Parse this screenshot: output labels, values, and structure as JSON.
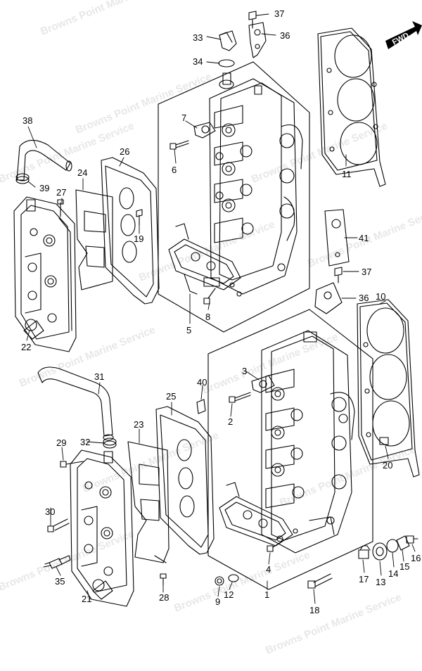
{
  "watermark": "Browns Point Marine Service",
  "fwd_label": "FWD",
  "callouts": {
    "p1": "1",
    "p2": "2",
    "p3": "3",
    "p4": "4",
    "p5": "5",
    "p6": "6",
    "p7": "7",
    "p8": "8",
    "p9": "9",
    "p10": "10",
    "p11": "11",
    "p12": "12",
    "p13": "13",
    "p14": "14",
    "p15": "15",
    "p16": "16",
    "p17": "17",
    "p18": "18",
    "p19": "19",
    "p20": "20",
    "p21": "21",
    "p22": "22",
    "p23": "23",
    "p24": "24",
    "p25": "25",
    "p26": "26",
    "p27": "27",
    "p28": "28",
    "p29": "29",
    "p30": "30",
    "p31": "31",
    "p32": "32",
    "p33": "33",
    "p34": "34",
    "p35": "35",
    "p36a": "36",
    "p36b": "36",
    "p37a": "37",
    "p37b": "37",
    "p38": "38",
    "p39": "39",
    "p40": "40",
    "p41": "41"
  }
}
